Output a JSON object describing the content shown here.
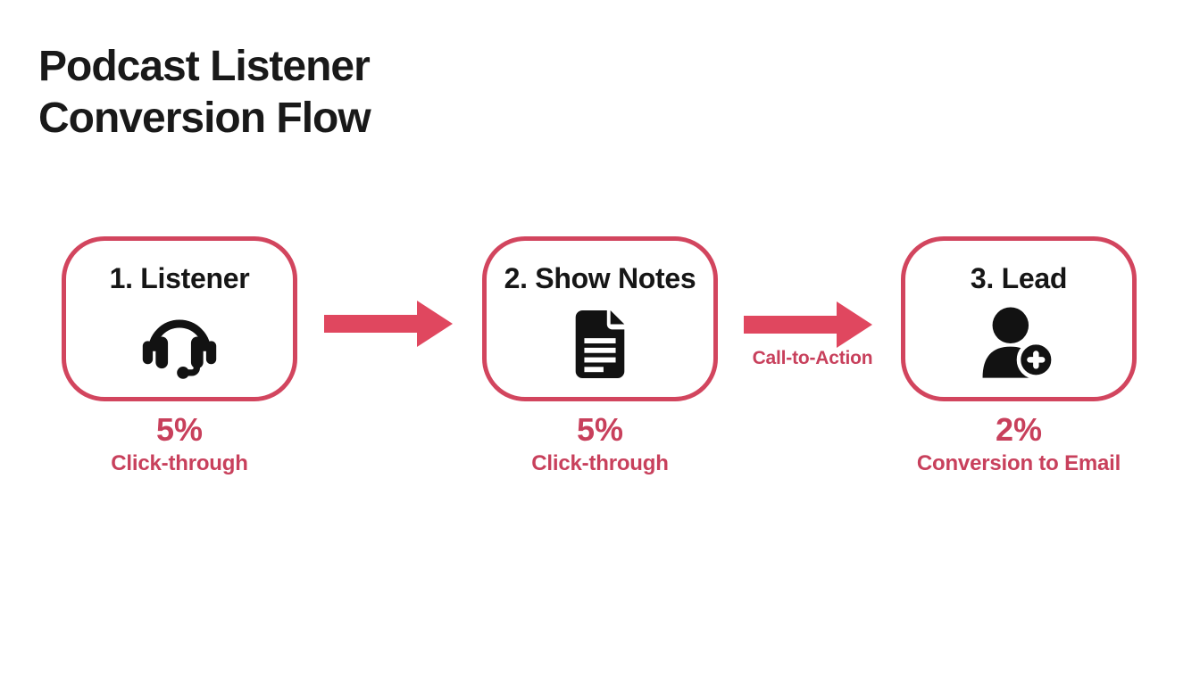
{
  "header": {
    "title_line1": "Podcast Listener",
    "title_line2": "Conversion Flow"
  },
  "flow": {
    "steps": [
      {
        "title": "1. Listener",
        "icon": "headset-icon",
        "metric_value": "5%",
        "metric_label": "Click-through"
      },
      {
        "title": "2. Show Notes",
        "icon": "document-icon",
        "metric_value": "5%",
        "metric_label": "Click-through"
      },
      {
        "title": "3. Lead",
        "icon": "person-add-icon",
        "metric_value": "2%",
        "metric_label": "Conversion to Email"
      }
    ],
    "connectors": [
      {
        "label": ""
      },
      {
        "label": "Call-to-Action"
      }
    ]
  },
  "colors": {
    "background": "#FFFFFF",
    "box_border": "#D2455E",
    "arrow": "#E0475F",
    "metric_text": "#C8405C",
    "heading_text": "#191919",
    "icon_black": "#121212"
  }
}
